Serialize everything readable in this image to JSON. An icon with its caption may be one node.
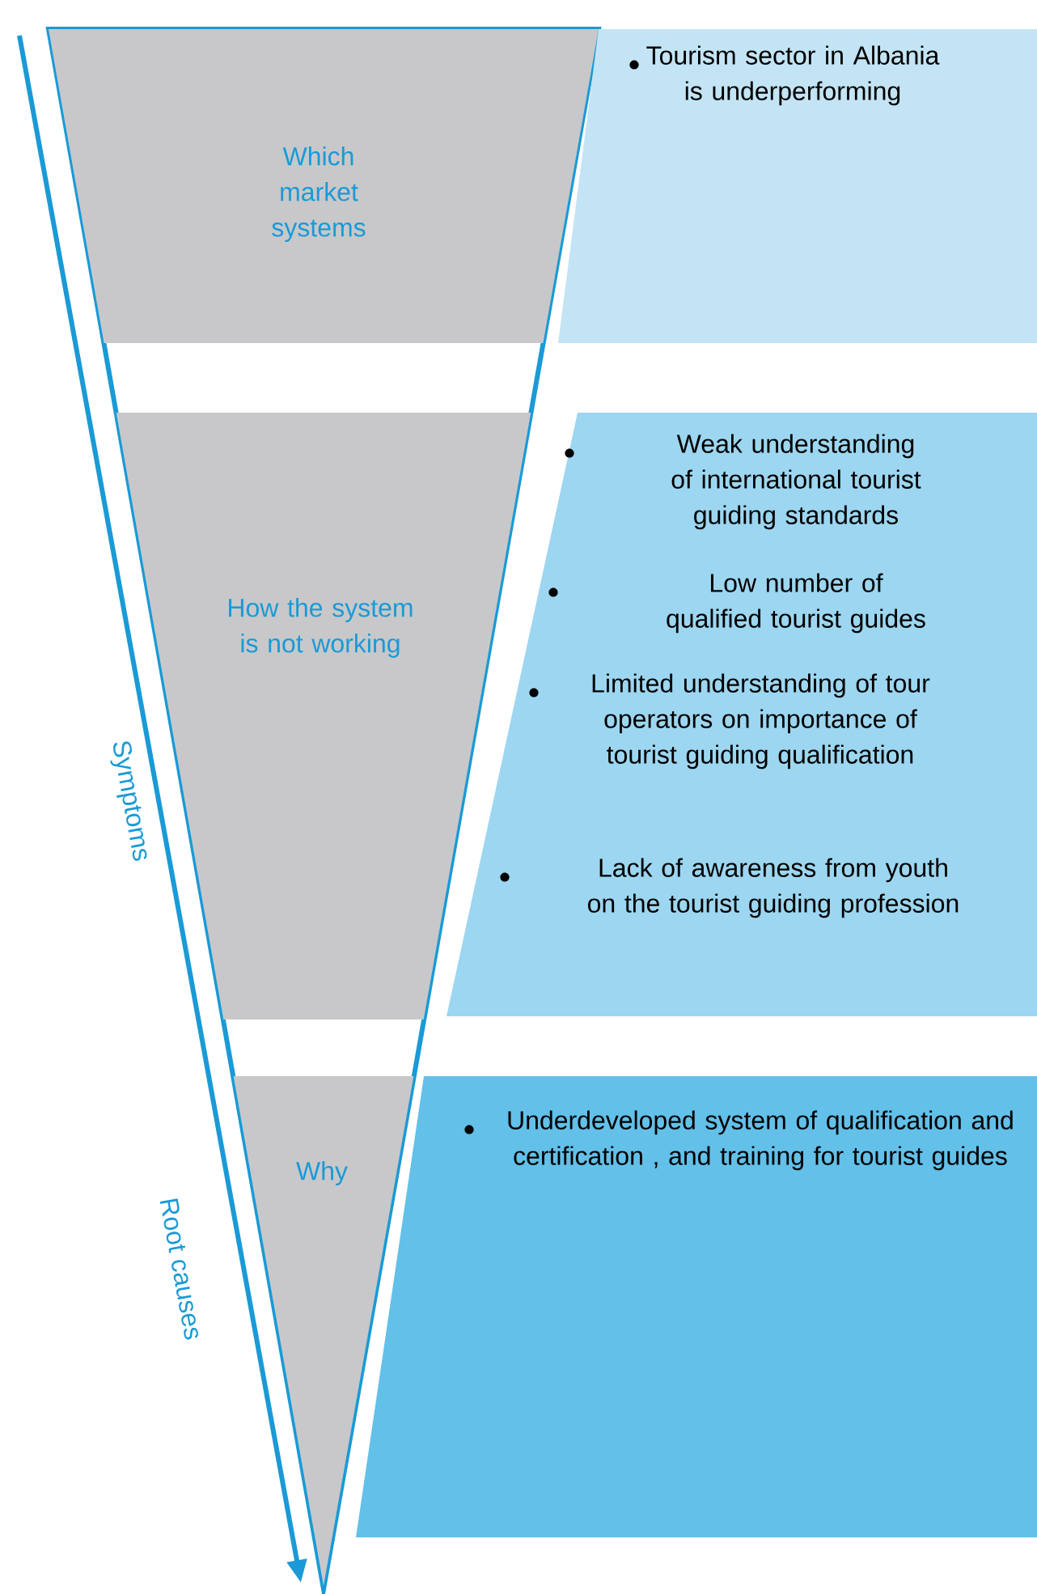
{
  "diagram": {
    "nodes": [
      {
        "text": [
          "Which market systems"
        ]
      },
      {
        "text": [
          "Tourism sector in Albania is underperforming"
        ]
      },
      {
        "text": [
          "How the system is not working"
        ]
      },
      {
        "text": [
          "Weak understanding of international tourist guiding standards",
          "Low number of qualified tourist guides",
          "Limited understanding of tour operators on importance of tourist guiding qualification",
          "Lack of awareness from youth on the tourist guiding profession"
        ]
      },
      {
        "text": [
          "Why"
        ]
      },
      {
        "text": [
          "Underdeveloped system of qualification and certification , and training for tourist guides"
        ]
      }
    ],
    "labels": [
      "Symptoms",
      "Root causes"
    ]
  }
}
